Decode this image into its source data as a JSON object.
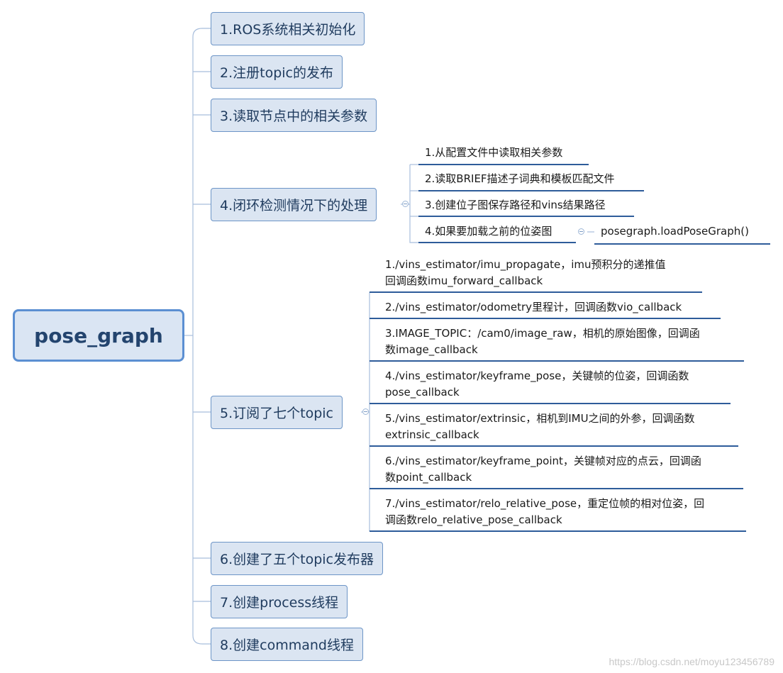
{
  "root": {
    "label": "pose_graph"
  },
  "branches": [
    {
      "label": "1.ROS系统相关初始化"
    },
    {
      "label": "2.注册topic的发布"
    },
    {
      "label": "3.读取节点中的相关参数"
    },
    {
      "label": "4.闭环检测情况下的处理"
    },
    {
      "label": "5.订阅了七个topic"
    },
    {
      "label": "6.创建了五个topic发布器"
    },
    {
      "label": "7.创建process线程"
    },
    {
      "label": "8.创建command线程"
    }
  ],
  "loop_items": [
    {
      "label": "1.从配置文件中读取相关参数"
    },
    {
      "label": "2.读取BRIEF描述子词典和模板匹配文件"
    },
    {
      "label": "3.创建位子图保存路径和vins结果路径"
    },
    {
      "label": "4.如果要加载之前的位姿图"
    }
  ],
  "loop_sub_item": {
    "label": "posegraph.loadPoseGraph()"
  },
  "topic_items": [
    {
      "line1": "1./vins_estimator/imu_propagate，imu预积分的递推值",
      "line2": "回调函数imu_forward_callback"
    },
    {
      "line1": "2./vins_estimator/odometry里程计，回调函数vio_callback",
      "line2": ""
    },
    {
      "line1": "3.IMAGE_TOPIC：/cam0/image_raw，相机的原始图像，回调函",
      "line2": "数image_callback"
    },
    {
      "line1": "4./vins_estimator/keyframe_pose，关键帧的位姿，回调函数",
      "line2": "pose_callback"
    },
    {
      "line1": "5./vins_estimator/extrinsic，相机到IMU之间的外参，回调函数",
      "line2": "extrinsic_callback"
    },
    {
      "line1": "6./vins_estimator/keyframe_point，关键帧对应的点云，回调函",
      "line2": "数point_callback"
    },
    {
      "line1": "7./vins_estimator/relo_relative_pose，重定位帧的相对位姿，回",
      "line2": "调函数relo_relative_pose_callback"
    }
  ],
  "watermark": "https://blog.csdn.net/moyu123456789",
  "colors": {
    "accent": "#5b8fd2",
    "node_fill": "#dae5f3",
    "line": "#a8bedc",
    "leaf_underline": "#2e5c9a"
  }
}
